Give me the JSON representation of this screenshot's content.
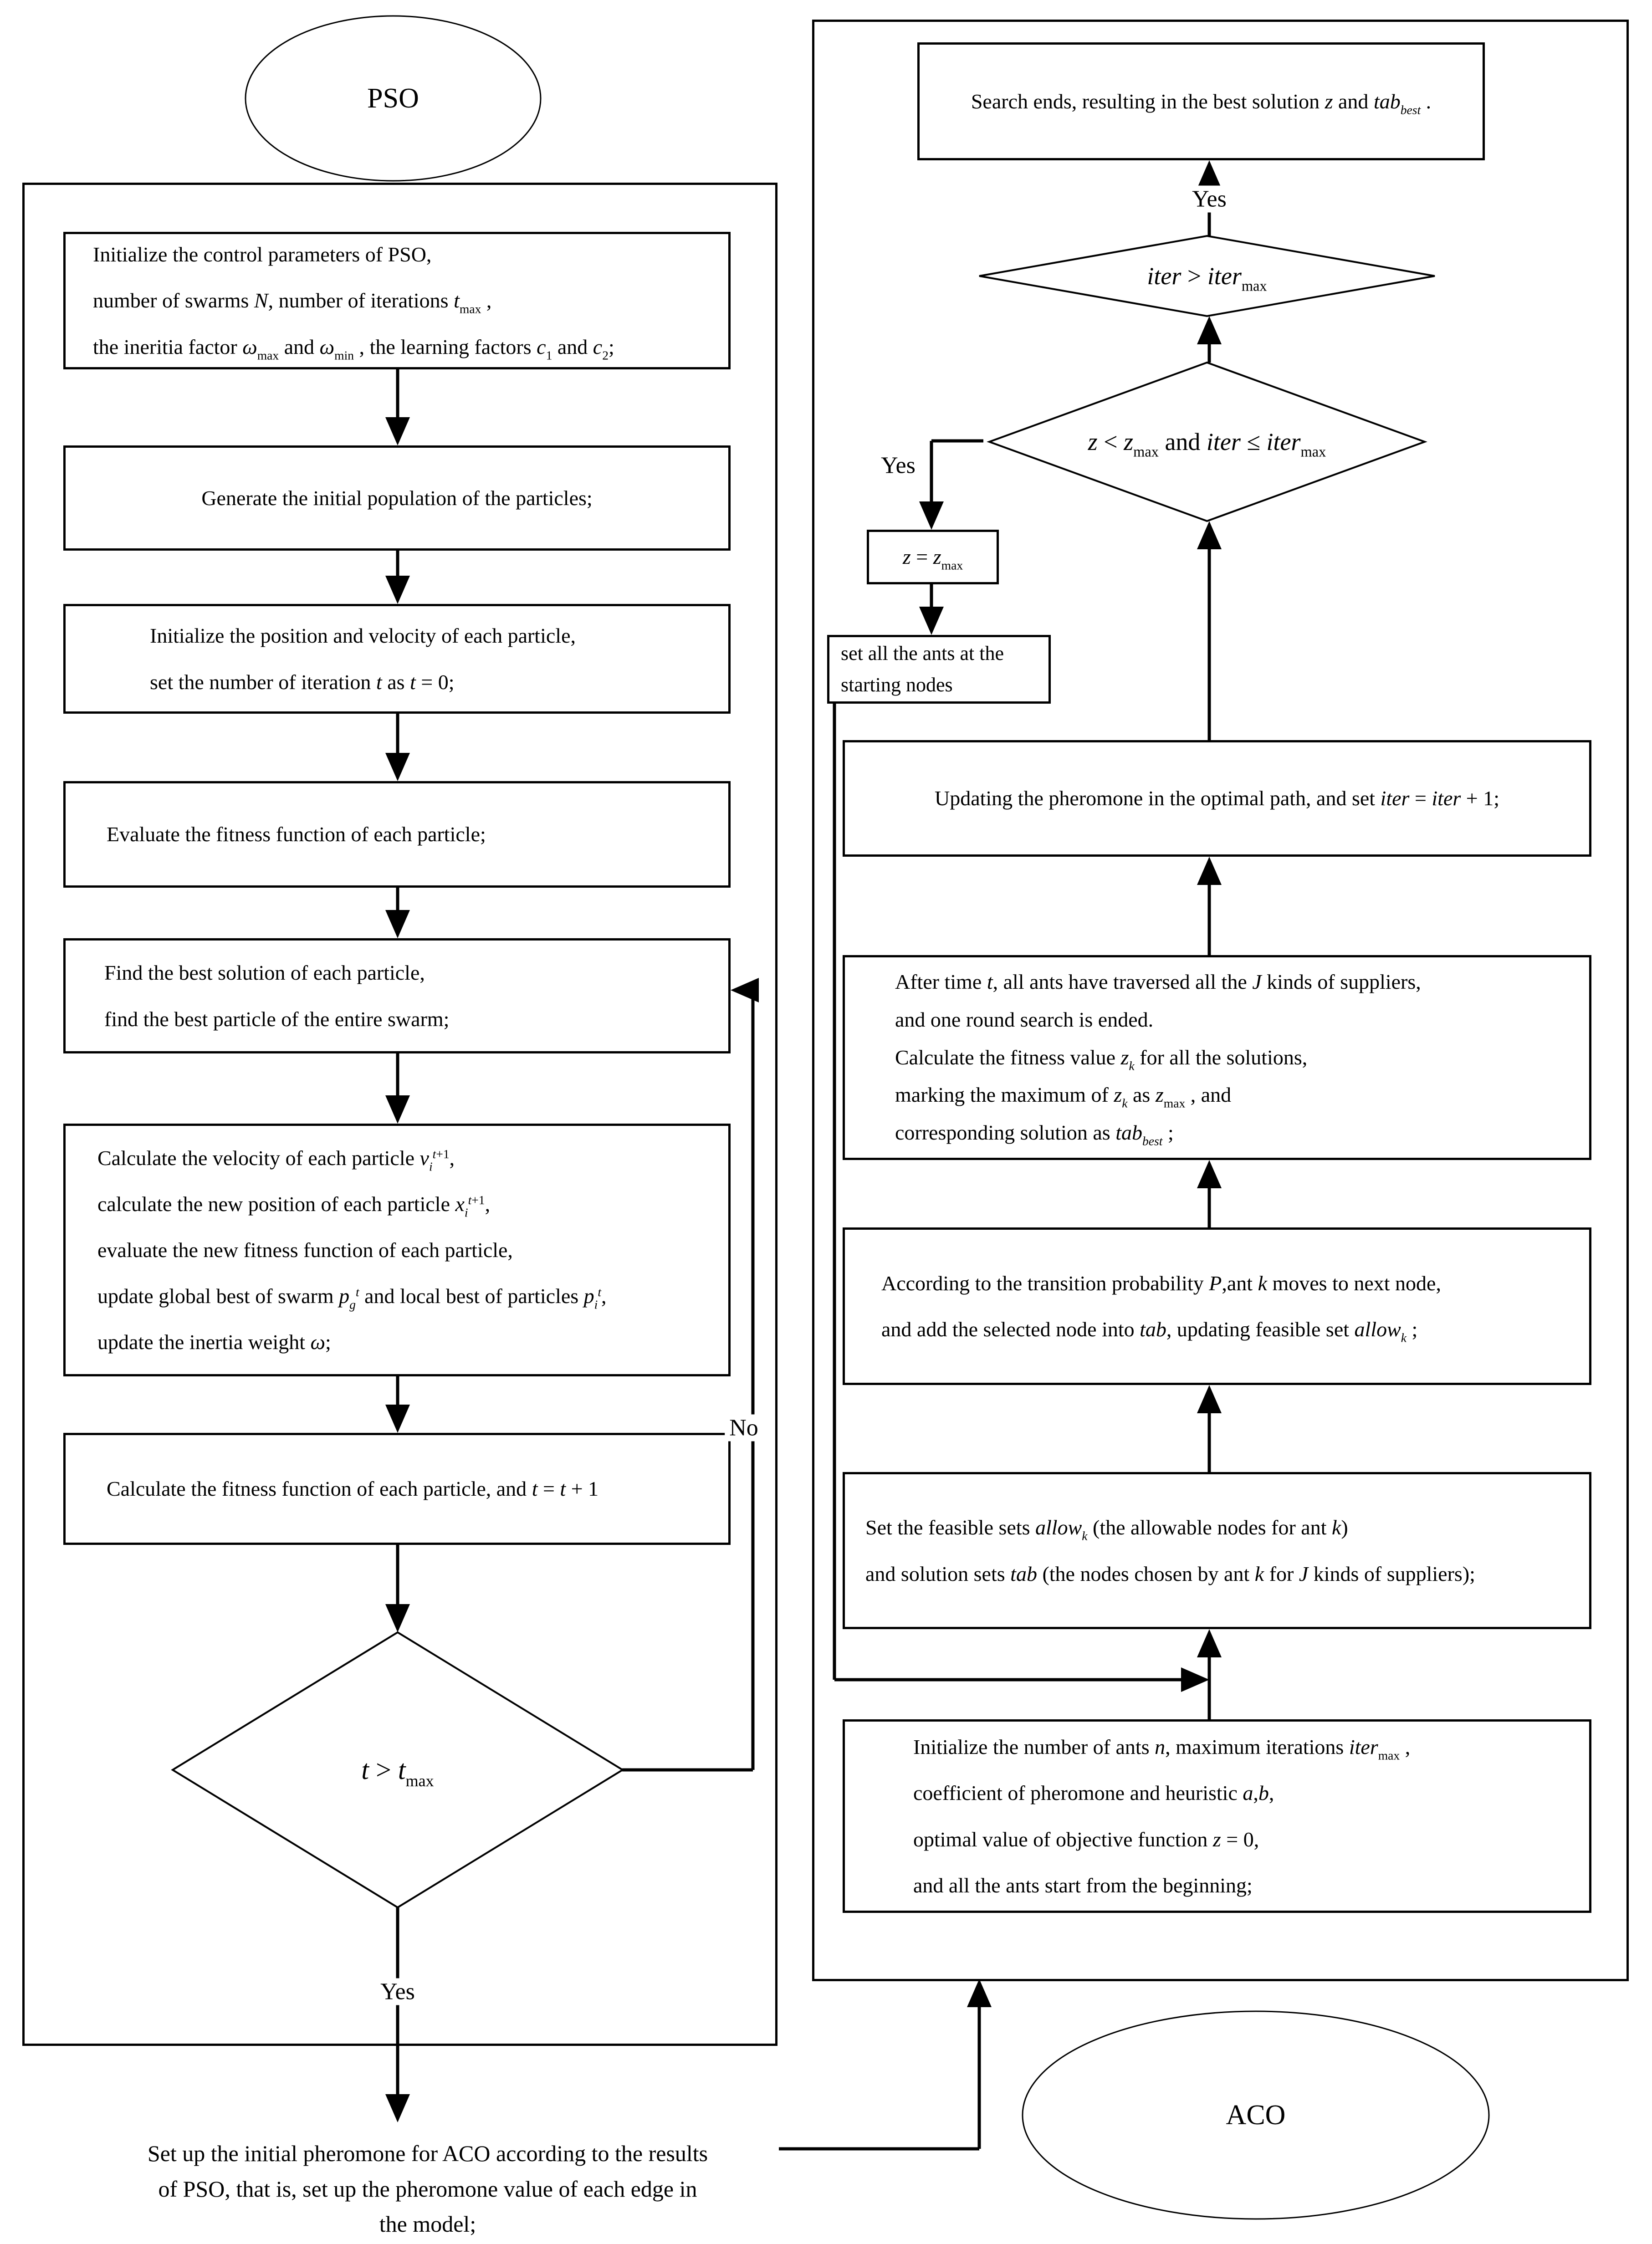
{
  "colors": {
    "stroke": "#000000",
    "background": "#ffffff"
  },
  "left": {
    "title": "PSO",
    "yes_label": "Yes",
    "no_label": "No",
    "decision": "*t* > *t*~max~",
    "steps": {
      "init_params": {
        "lines": [
          "Initialize the control parameters of PSO,",
          "number of swarms *N*, number of iterations *t*~max~ ,",
          "the ineritia factor *ω*~max~ and *ω*~min~ , the learning factors *c*~1~ and *c*~2~;"
        ]
      },
      "generate_population": {
        "lines": [
          "Generate the initial population of the particles;"
        ]
      },
      "init_position_velocity": {
        "lines": [
          "Initialize the position and velocity of each particle,",
          "set the number of iteration *t* as *t* = 0;"
        ]
      },
      "evaluate_fitness": {
        "lines": [
          "Evaluate the fitness function of each particle;"
        ]
      },
      "find_best": {
        "lines": [
          "Find the best solution of each particle,",
          "find the best particle of the entire swarm;"
        ]
      },
      "update_particles": {
        "lines": [
          "Calculate the velocity of each particle *v*~*i*~^*t*+1^,",
          "calculate the new position of each particle *x*~*i*~^*t*+1^,",
          "evaluate the new fitness function of each particle,",
          "update global best of swarm *p*~*g*~^*t*^ and local best of particles *p*~*i*~^*t*^,",
          "update the inertia weight *ω*;"
        ]
      },
      "calc_fitness_inc": {
        "lines": [
          "Calculate the fitness function of each particle, and *t* = *t* + 1"
        ]
      }
    },
    "transition_note": {
      "lines": [
        "Set up the initial pheromone for ACO according to the results",
        "of PSO, that is, set up the pheromone value of each edge in",
        "the model;"
      ]
    }
  },
  "right": {
    "title": "ACO",
    "yes_top_label": "Yes",
    "yes_left_label": "Yes",
    "decision_iter": "*iter* > *iter*~max~",
    "decision_z": "*z* < *z*~max~ and *iter* ≤ *iter*~max~",
    "end_box": {
      "lines": [
        "Search ends, resulting in the best solution *z* and *tab*~*best*~ ."
      ]
    },
    "z_assign": {
      "lines": [
        "*z* = *z*~max~"
      ]
    },
    "set_ants": {
      "lines": [
        "set all the ants at the",
        "starting nodes"
      ]
    },
    "update_pheromone": {
      "lines": [
        "Updating the pheromone in the optimal path, and set *iter* = *iter* + 1;"
      ]
    },
    "round_end": {
      "lines": [
        "After time *t*, all ants have traversed all the *J* kinds of suppliers,",
        "and one round search is ended.",
        "Calculate the fitness value *z*~*k*~ for all the solutions,",
        "marking the maximum of *z*~*k*~ as *z*~max~ , and",
        "corresponding solution as *tab*~*best*~ ;"
      ]
    },
    "transition_move": {
      "lines": [
        "According to the transition probability *P*,ant *k* moves to next node,",
        "and add the selected node into *tab*, updating feasible set *allow*~*k*~ ;"
      ]
    },
    "set_feasible": {
      "lines": [
        "Set the feasible sets *allow*~*k*~ (the allowable nodes for ant *k*)",
        "and solution sets *tab* (the nodes chosen by ant *k* for *J* kinds of suppliers);"
      ]
    },
    "init_ants": {
      "lines": [
        "Initialize the number of ants *n*, maximum iterations *iter*~max~ ,",
        "coefficient of pheromone and heuristic *a*,*b*,",
        "optimal value of objective function *z* = 0,",
        "and all the ants start from the beginning;"
      ]
    }
  }
}
